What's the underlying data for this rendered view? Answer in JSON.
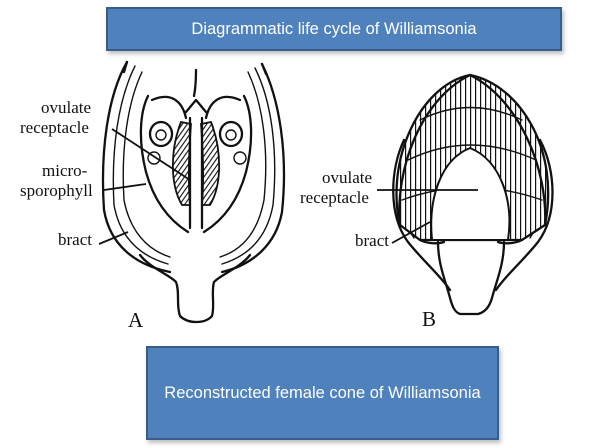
{
  "title": "Diagrammatic life cycle of Williamsonia",
  "caption": "Reconstructed female cone of Williamsonia",
  "figure_a": {
    "letter": "A",
    "labels": {
      "ovulate_line1": "ovulate",
      "ovulate_line2": "receptacle",
      "micro_line1": "micro-",
      "micro_line2": "sporophyll",
      "bract": "bract"
    }
  },
  "figure_b": {
    "letter": "B",
    "labels": {
      "ovulate_line1": "ovulate",
      "ovulate_line2": "receptacle",
      "bract": "bract"
    }
  },
  "colors": {
    "banner_fill": "#4f81bd",
    "banner_border": "#385d8a",
    "ink": "#111111"
  }
}
